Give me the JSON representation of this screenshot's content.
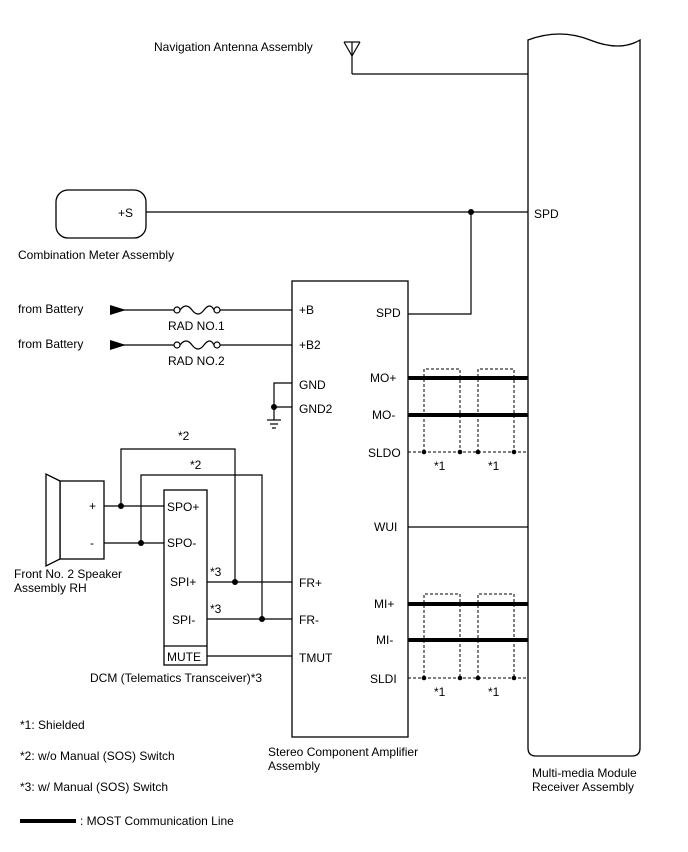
{
  "nav_antenna": {
    "label": "Navigation Antenna Assembly"
  },
  "combination_meter": {
    "terminal": "+S",
    "label": "Combination Meter Assembly"
  },
  "battery_sources": [
    {
      "label": "from Battery",
      "fuse": "RAD NO.1"
    },
    {
      "label": "from Battery",
      "fuse": "RAD NO.2"
    }
  ],
  "amplifier": {
    "label_line1": "Stereo Component Amplifier",
    "label_line2": "Assembly",
    "left_terminals": [
      "+B",
      "+B2",
      "GND",
      "GND2",
      "FR+",
      "FR-",
      "TMUT"
    ],
    "right_terminals": [
      "SPD",
      "MO+",
      "MO-",
      "SLDO",
      "WUI",
      "MI+",
      "MI-",
      "SLDI"
    ]
  },
  "receiver": {
    "terminal_spd": "SPD",
    "label_line1": "Multi-media Module",
    "label_line2": "Receiver Assembly"
  },
  "speaker": {
    "plus": "+",
    "minus": "-",
    "label_line1": "Front No. 2 Speaker",
    "label_line2": "Assembly RH"
  },
  "dcm": {
    "terminals": [
      "SPO+",
      "SPO-",
      "SPI+",
      "SPI-",
      "MUTE"
    ],
    "label": "DCM (Telematics Transceiver)*3"
  },
  "wire_marks": {
    "shield_1": "*1",
    "shield_2": "*1",
    "shield_3": "*1",
    "shield_4": "*1",
    "w2_top": "*2",
    "w2_second": "*2",
    "w3_spi_plus": "*3",
    "w3_spi_minus": "*3"
  },
  "notes": [
    "*1: Shielded",
    "*2: w/o Manual (SOS) Switch",
    "*3: w/ Manual (SOS) Switch"
  ],
  "legend": {
    "most_line": ": MOST Communication Line"
  }
}
